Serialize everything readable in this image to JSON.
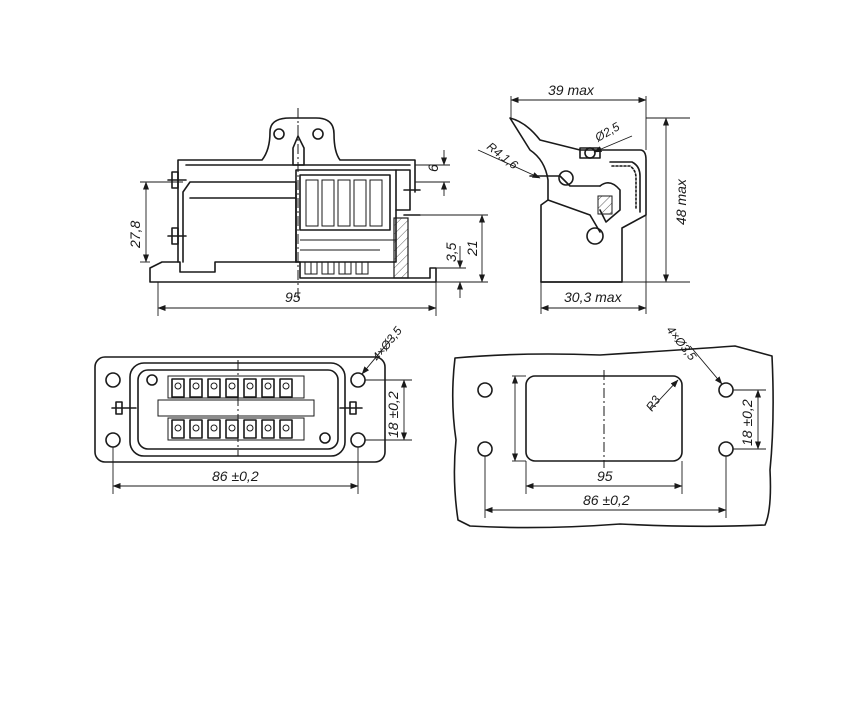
{
  "front_view": {
    "dim_width": "95",
    "dim_height_body": "27,8",
    "dim_top": "6",
    "dim_step": "3,5",
    "dim_base": "21"
  },
  "side_view": {
    "dim_width_top": "39 max",
    "dim_height": "48 max",
    "dim_width_bottom": "30,3 max",
    "dim_radius": "R4,1,6",
    "dim_hole": "Ø2,5"
  },
  "bottom_view": {
    "dim_holes": "4×Ø3,5",
    "dim_pitch_v": "18 ±0,2",
    "dim_pitch_h": "86 ±0,2"
  },
  "cutout_view": {
    "dim_holes": "4×Ø3,5",
    "dim_radius": "R3",
    "dim_pitch_v": "18 ±0,2",
    "dim_cut_w": "95",
    "dim_pitch_h": "86 ±0,2"
  }
}
